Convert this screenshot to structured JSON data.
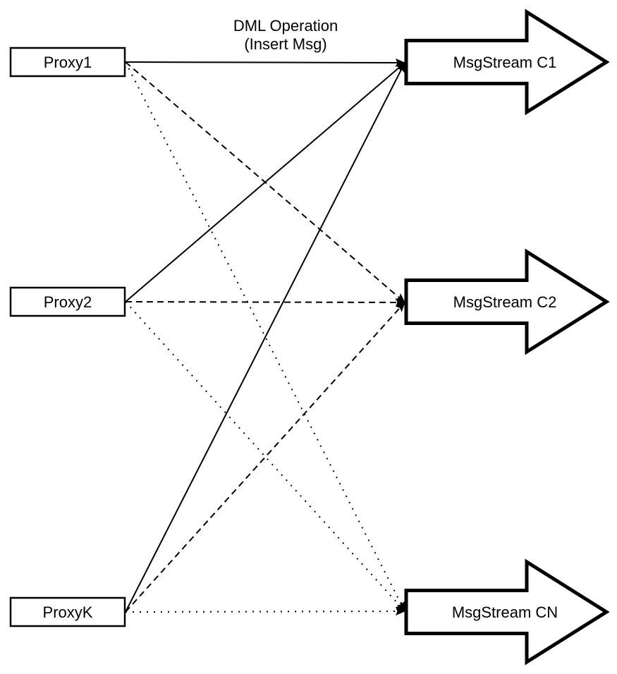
{
  "diagram": {
    "annotation": {
      "line1": "DML Operation",
      "line2": "(Insert Msg)"
    },
    "proxies": [
      {
        "id": "proxy1",
        "label": "Proxy1"
      },
      {
        "id": "proxy2",
        "label": "Proxy2"
      },
      {
        "id": "proxyk",
        "label": "ProxyK"
      }
    ],
    "streams": [
      {
        "id": "c1",
        "label": "MsgStream C1"
      },
      {
        "id": "c2",
        "label": "MsgStream C2"
      },
      {
        "id": "cn",
        "label": "MsgStream CN"
      }
    ],
    "connections": [
      {
        "from": "proxy1",
        "to": "c1",
        "style": "solid"
      },
      {
        "from": "proxy1",
        "to": "c2",
        "style": "dashed"
      },
      {
        "from": "proxy1",
        "to": "cn",
        "style": "dotted"
      },
      {
        "from": "proxy2",
        "to": "c1",
        "style": "solid"
      },
      {
        "from": "proxy2",
        "to": "c2",
        "style": "dashed"
      },
      {
        "from": "proxy2",
        "to": "cn",
        "style": "dotted"
      },
      {
        "from": "proxyk",
        "to": "c1",
        "style": "solid"
      },
      {
        "from": "proxyk",
        "to": "c2",
        "style": "dashed"
      },
      {
        "from": "proxyk",
        "to": "cn",
        "style": "dotted"
      }
    ],
    "colors": {
      "stroke": "#000000",
      "node_fill": "#ffffff",
      "background": "#ffffff"
    }
  }
}
